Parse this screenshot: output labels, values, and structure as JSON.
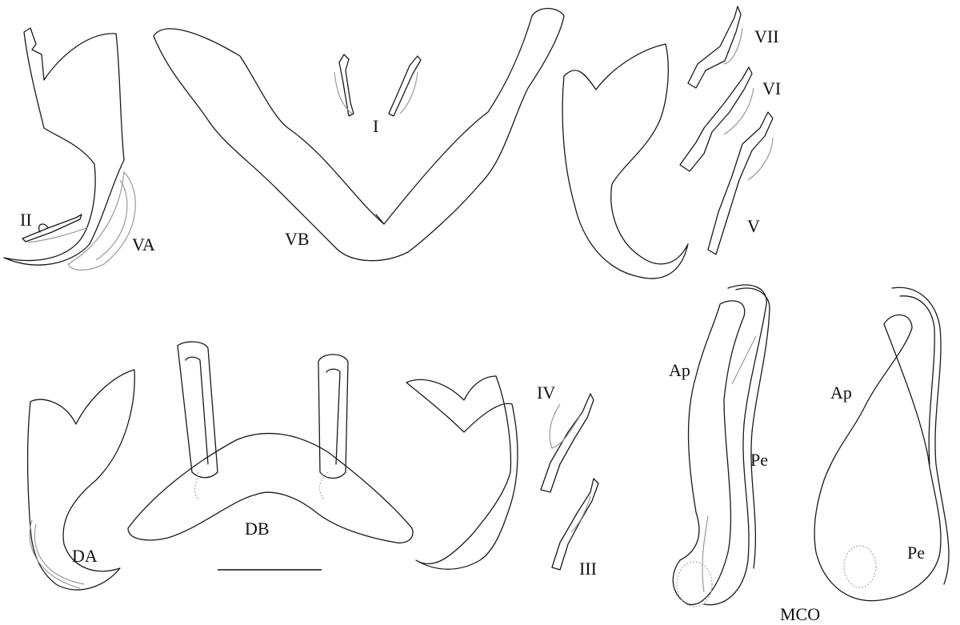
{
  "labels": {
    "va": "VA",
    "vb": "VB",
    "da": "DA",
    "db": "DB",
    "hook_i": "I",
    "hook_ii": "II",
    "hook_iii": "III",
    "hook_iv": "IV",
    "hook_v": "V",
    "hook_vi": "VI",
    "hook_vii": "VII",
    "ap_1": "Ap",
    "pe_1": "Pe",
    "ap_2": "Ap",
    "pe_2": "Pe",
    "mco": "MCO"
  },
  "colors": {
    "outline": "#1a1a1a",
    "secondary": "#9a9a9a",
    "background": "#ffffff"
  }
}
